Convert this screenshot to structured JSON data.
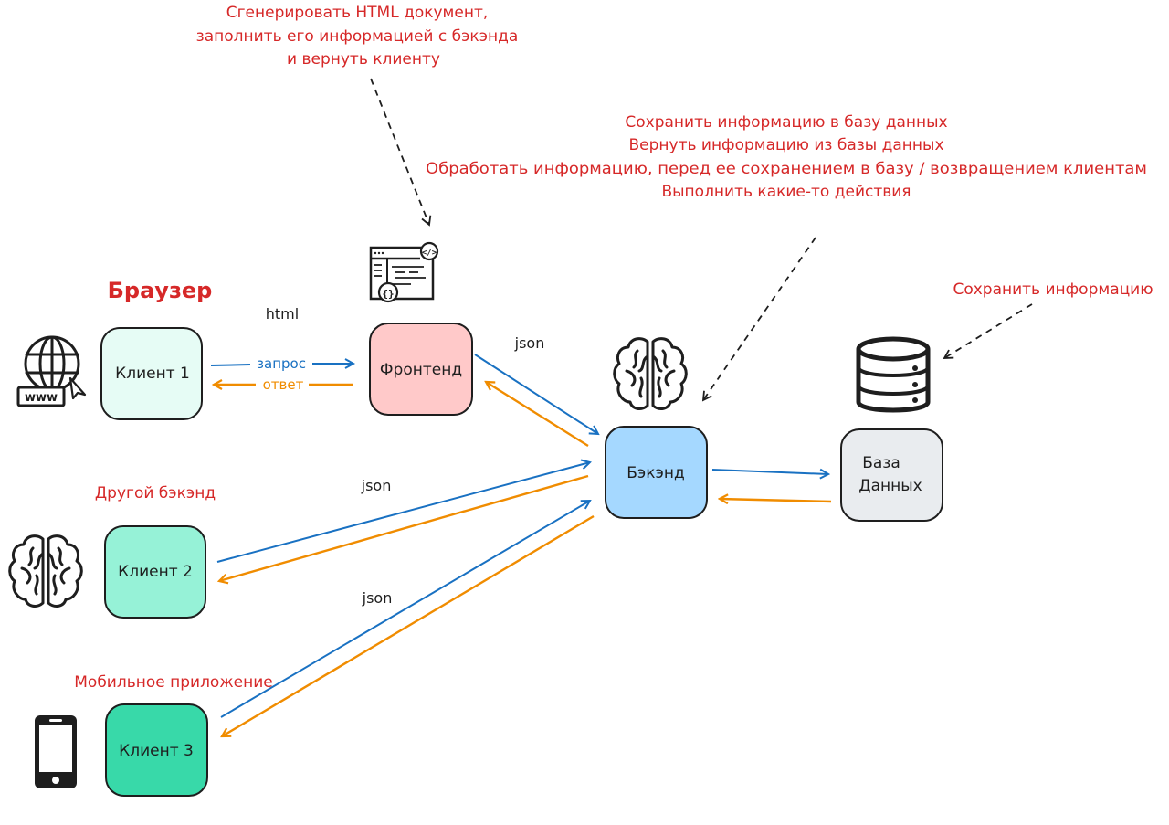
{
  "notes": {
    "frontend_note": [
      "Сгенерировать HTML документ,",
      "заполнить его информацией с бэкэнда",
      "и вернуть клиенту"
    ],
    "backend_note": [
      "Сохранить информацию в базу данных",
      "Вернуть информацию из базы данных",
      "Обработать информацию, перед ее сохранением в базу / возвращением клиентам",
      "Выполнить какие-то действия"
    ],
    "database_note": "Сохранить информацию",
    "browser_label": "Браузер",
    "other_backend_label": "Другой бэкэнд",
    "mobile_app_label": "Мобильное приложение"
  },
  "nodes": {
    "client1": {
      "label": "Клиент 1",
      "color": "#e6fcf5"
    },
    "client2": {
      "label": "Клиент 2",
      "color": "#96f2d7"
    },
    "client3": {
      "label": "Клиент 3",
      "color": "#38d9a9"
    },
    "frontend": {
      "label": "Фронтенд",
      "color": "#ffc9c9"
    },
    "backend": {
      "label": "Бэкэнд",
      "color": "#a5d8ff"
    },
    "database": {
      "label_line1": "База",
      "label_line2": "Данных",
      "color": "#e9ecef"
    }
  },
  "edges": {
    "html_label": "html",
    "request_label": "запрос",
    "response_label": "ответ",
    "json_frontend": "json",
    "json_client2": "json",
    "json_client3": "json"
  },
  "icons": {
    "globe": "www-globe-icon",
    "code_window": "code-window-icon",
    "brain_backend": "brain-icon",
    "brain_client2": "brain-icon",
    "database": "database-icon",
    "phone": "smartphone-icon",
    "www_text": "www"
  },
  "colors": {
    "request": "#1971c2",
    "response": "#f08c00",
    "note": "#d62828",
    "stroke": "#1e1e1e"
  }
}
